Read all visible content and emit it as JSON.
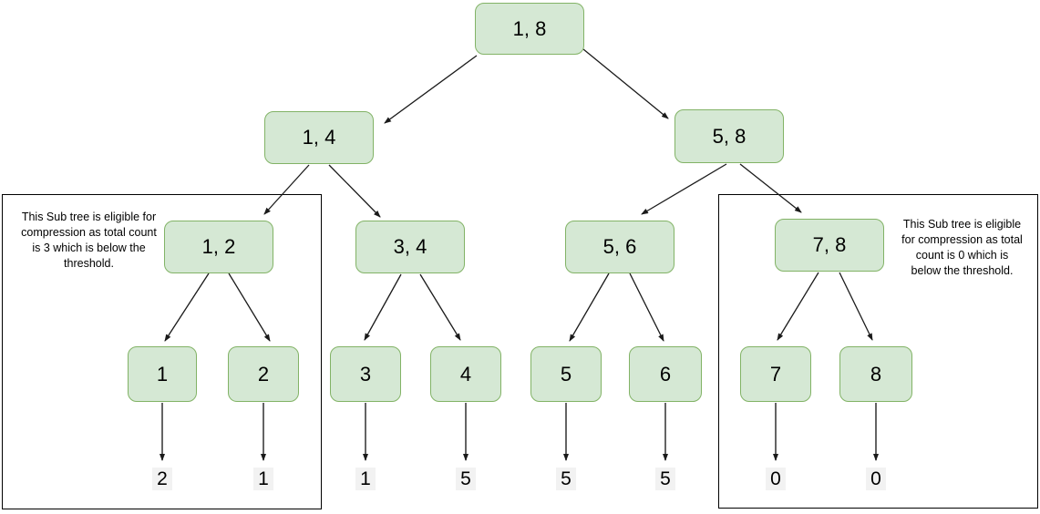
{
  "diagram_type": "segment-tree-compression",
  "colors": {
    "node_fill": "#d5e8d4",
    "node_border": "#82b366",
    "arrow": "#1a1a1a",
    "box_border": "#000000",
    "count_bg": "#f2f2f2"
  },
  "tree": {
    "root": {
      "label": "1, 8"
    },
    "level2": [
      {
        "label": "1, 4"
      },
      {
        "label": "5, 8"
      }
    ],
    "level3": [
      {
        "label": "1, 2"
      },
      {
        "label": "3, 4"
      },
      {
        "label": "5, 6"
      },
      {
        "label": "7, 8"
      }
    ],
    "leaves": [
      {
        "label": "1",
        "count": "2"
      },
      {
        "label": "2",
        "count": "1"
      },
      {
        "label": "3",
        "count": "1"
      },
      {
        "label": "4",
        "count": "5"
      },
      {
        "label": "5",
        "count": "5"
      },
      {
        "label": "6",
        "count": "5"
      },
      {
        "label": "7",
        "count": "0"
      },
      {
        "label": "8",
        "count": "0"
      }
    ]
  },
  "annotations": {
    "left": {
      "full_text": "This Sub tree is eligible for compression as total count is 3 which is below the threshold.",
      "lines": [
        "This Sub tree is eligible for",
        "compression as total count",
        "is 3 which is below the",
        "threshold."
      ]
    },
    "right": {
      "full_text": "This Sub tree is eligible for compression as total count is 0 which is below the threshold.",
      "lines": [
        "This Sub tree is eligible",
        "for compression as total",
        "count is 0 which is",
        "below the threshold."
      ]
    }
  }
}
